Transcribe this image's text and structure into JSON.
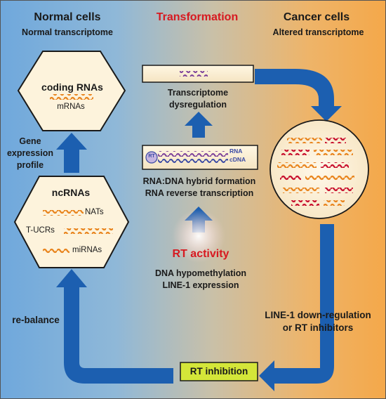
{
  "header": {
    "left_title": "Normal cells",
    "left_subtitle": "Normal transcriptome",
    "center_title": "Transformation",
    "right_title": "Cancer cells",
    "right_subtitle": "Altered transcriptome"
  },
  "coding_hex": {
    "title": "coding RNAs",
    "item": "mRNAs"
  },
  "ncrna_hex": {
    "title": "ncRNAs",
    "items": [
      "NATs",
      "T-UCRs",
      "miRNAs"
    ]
  },
  "labels": {
    "gene_expression": [
      "Gene",
      "expression",
      "profile"
    ],
    "transcriptome_dysreg": [
      "Transcriptome",
      "dysregulation"
    ],
    "hybrid": [
      "RNA:DNA hybrid formation",
      "RNA reverse transcription"
    ],
    "rt_activity": "RT activity",
    "rt_causes": [
      "DNA hypomethylation",
      "LINE-1 expression"
    ],
    "rebalance": "re-balance",
    "line1_down": [
      "LINE-1 down-regulation",
      "or RT inhibitors"
    ],
    "rt_inhibition": "RT inhibition"
  },
  "hybrid_box": {
    "rt_tag": "RT",
    "rna_label": "RNA",
    "cdna_label": "cDNA"
  },
  "colors": {
    "arrow": "#1c5fb0",
    "hex_fill": "#fdf3dc",
    "rna_orange": "#e8841d",
    "rna_red": "#c8102e",
    "rna_purple": "#7b3f99",
    "cdna_blue": "#3b4aa3",
    "rt_inhibition_fill": "#d4e639",
    "accent_red": "#d71920"
  }
}
